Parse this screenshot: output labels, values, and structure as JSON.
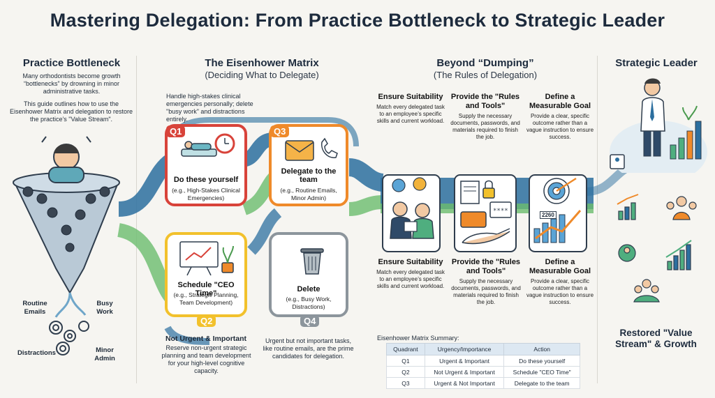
{
  "title": "Mastering Delegation: From Practice Bottleneck to Strategic Leader",
  "col1": {
    "heading": "Practice Bottleneck",
    "para1": "Many orthodontists become growth “bottlenecks” by drowning in minor administrative tasks.",
    "para2": "This guide outlines how to use the Eisenhower Matrix and delegation to restore the practice’s \"Value Stream\".",
    "labels": {
      "routine": "Routine Emails",
      "busy": "Busy Work",
      "distractions": "Distractions",
      "minor": "Minor Admin"
    }
  },
  "col2": {
    "heading": "The Eisenhower Matrix",
    "subheading": "(Deciding What to Delegate)",
    "top_note": "Handle high-stakes clinical emergencies personally; delete \"busy work\" and distractions entirely.",
    "q1": {
      "badge": "Q1",
      "title": "Do these yourself",
      "example": "(e.g., High-Stakes Clinical Emergencies)"
    },
    "q2": {
      "badge": "Q2",
      "title": "Schedule \"CEO Time\"",
      "example": "(e.g., Strategic Planning, Team Development)"
    },
    "q3": {
      "badge": "Q3",
      "title": "Delegate to the team",
      "example": "(e.g., Routine Emails, Minor Admin)"
    },
    "q4": {
      "badge": "Q4",
      "title": "Delete",
      "example": "(e.g., Busy Work, Distractions)"
    },
    "bottom_left_head": "Not Urgent & Important",
    "bottom_left_body": "Reserve non-urgent strategic planning and team development for your high-level cognitive capacity.",
    "bottom_right_body": "Urgent but not important tasks, like routine emails, are the prime candidates for delegation."
  },
  "col3": {
    "heading": "Beyond “Dumping”",
    "subheading": "(The Rules of Delegation)",
    "steps": [
      {
        "head": "Ensure Suitability",
        "body": "Match every delegated task to an employee’s specific skills and current workload."
      },
      {
        "head": "Provide the \"Rules and Tools\"",
        "body": "Supply the necessary documents, passwords, and materials required to finish the job."
      },
      {
        "head": "Define a Measurable Goal",
        "body": "Provide a clear, specific outcome rather than a vague instruction to ensure success."
      }
    ],
    "goal_number": "2260",
    "table": {
      "caption": "Eisenhower Matrix Summary:",
      "headers": [
        "Quadrant",
        "Urgency/Importance",
        "Action"
      ],
      "rows": [
        [
          "Q1",
          "Urgent & Important",
          "Do these yourself"
        ],
        [
          "Q2",
          "Not Urgent & Important",
          "Schedule \"CEO Time\""
        ],
        [
          "Q3",
          "Urgent & Not Important",
          "Delegate to the team"
        ]
      ]
    }
  },
  "col4": {
    "heading": "Strategic Leader",
    "footer": "Restored \"Value Stream\" & Growth"
  },
  "colors": {
    "q1": "#d8433a",
    "q2": "#f2c12c",
    "q3": "#ef8a2a",
    "q4": "#8c959c",
    "stream_blue": "#2c6f9f",
    "stream_green": "#6bbd6e",
    "accent_orange": "#f08a2a"
  }
}
